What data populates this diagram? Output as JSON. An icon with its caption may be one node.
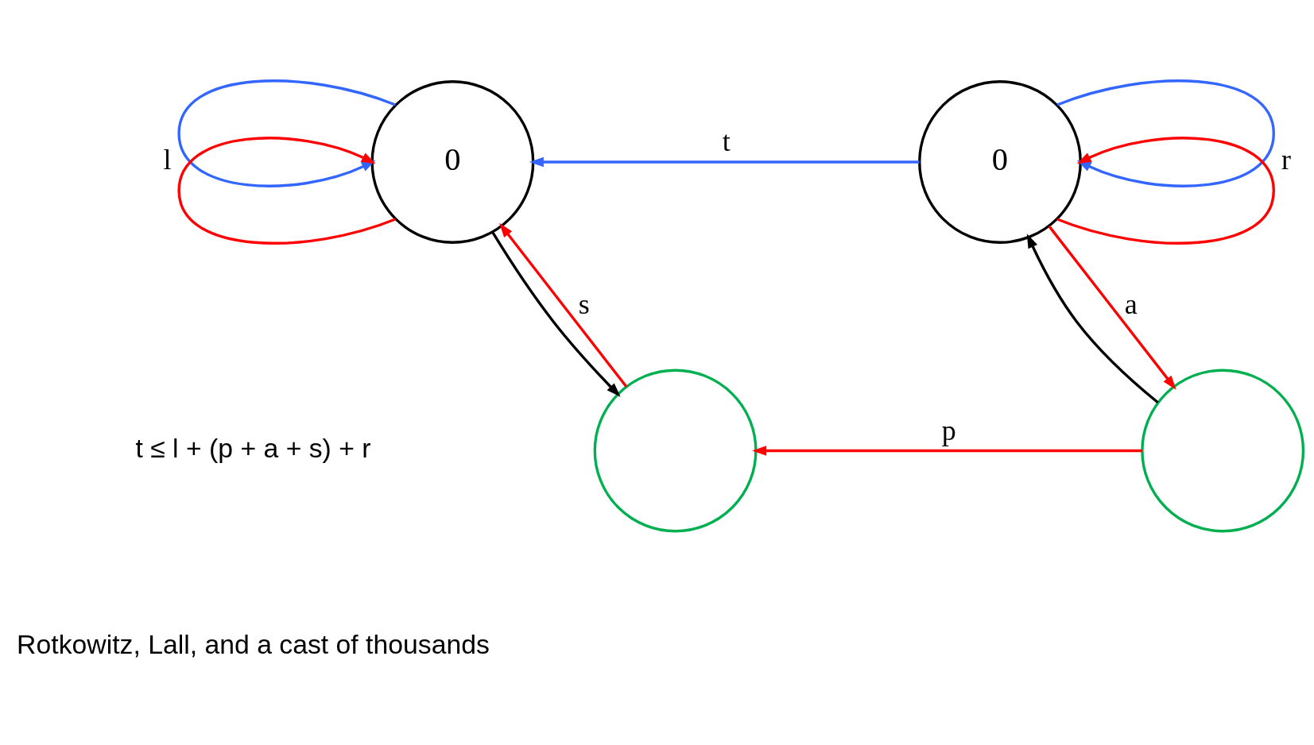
{
  "diagram": {
    "nodes": [
      {
        "text": [
          "0"
        ]
      },
      {
        "text": [
          "0"
        ]
      },
      {
        "text": [],
        "shape": "circle"
      },
      {
        "text": [],
        "shape": "circle"
      }
    ],
    "edges": [
      {
        "from": 1,
        "to": 0,
        "arrow": "to",
        "label": "t",
        "color": "#3366ff"
      },
      {
        "from": 0,
        "to": 0,
        "arrow": "to",
        "color": "#3366ff"
      },
      {
        "from": 0,
        "to": 0,
        "arrow": "to",
        "label": "l"
      },
      {
        "from": 0,
        "to": 2,
        "arrow": "to",
        "color": "#000000"
      },
      {
        "from": 2,
        "to": 0,
        "arrow": "to",
        "label": "s"
      },
      {
        "from": 3,
        "to": 2,
        "arrow": "to",
        "label": "p"
      },
      {
        "from": 1,
        "to": 1,
        "arrow": "to",
        "color": "#3366ff"
      },
      {
        "from": 1,
        "to": 1,
        "arrow": "to",
        "label": "r"
      },
      {
        "from": 1,
        "to": 3,
        "arrow": "to",
        "label": "a"
      },
      {
        "from": 3,
        "to": 1,
        "arrow": "to",
        "color": "#000000"
      }
    ],
    "labels": [
      "t ≤ l + (p + a + s) + r",
      "Rotkowitz, Lall, and a cast of thousands"
    ]
  }
}
